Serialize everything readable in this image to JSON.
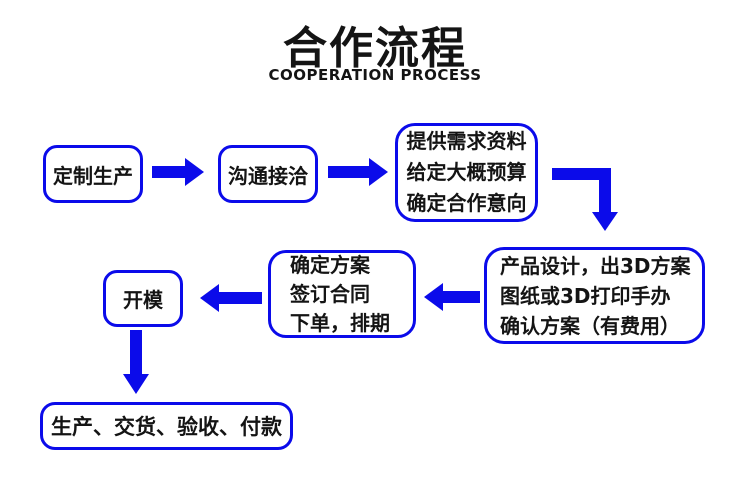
{
  "colors": {
    "accent": "#0b0bea",
    "ink": "#141414",
    "background": "#ffffff"
  },
  "header": {
    "title": "合作流程",
    "subtitle": "COOPERATION PROCESS"
  },
  "flowchart": {
    "boxes": [
      {
        "name": "custom-production",
        "lines": [
          "定制生产"
        ]
      },
      {
        "name": "communication",
        "lines": [
          "沟通接洽"
        ]
      },
      {
        "name": "requirements",
        "lines": [
          "提供需求资料",
          "给定大概预算",
          "确定合作意向"
        ]
      },
      {
        "name": "design",
        "lines": [
          "产品设计，出3D方案",
          "图纸或3D打印手办",
          "确认方案（有费用）"
        ]
      },
      {
        "name": "confirm-plan",
        "lines": [
          "确定方案",
          "签订合同",
          "下单，排期"
        ]
      },
      {
        "name": "mold-making",
        "lines": [
          "开模"
        ]
      },
      {
        "name": "production-delivery",
        "lines": [
          "生产、交货、验收、付款"
        ]
      }
    ],
    "connections": [
      {
        "from": "custom-production",
        "to": "communication",
        "shape": "arrow-right"
      },
      {
        "from": "communication",
        "to": "requirements",
        "shape": "arrow-right"
      },
      {
        "from": "requirements",
        "to": "design",
        "shape": "elbow-right-then-down"
      },
      {
        "from": "design",
        "to": "confirm-plan",
        "shape": "arrow-left"
      },
      {
        "from": "confirm-plan",
        "to": "mold-making",
        "shape": "arrow-left"
      },
      {
        "from": "mold-making",
        "to": "production-delivery",
        "shape": "arrow-down"
      }
    ]
  }
}
